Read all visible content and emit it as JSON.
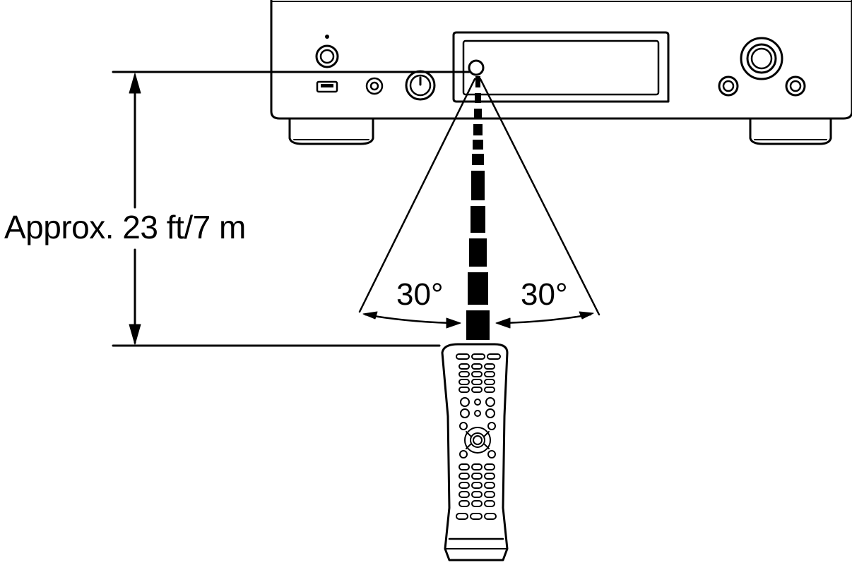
{
  "labels": {
    "distance": "Approx. 23 ft/7 m",
    "angle_left": "30°",
    "angle_right": "30°"
  },
  "colors": {
    "ink": "#000000",
    "paper": "#ffffff"
  }
}
